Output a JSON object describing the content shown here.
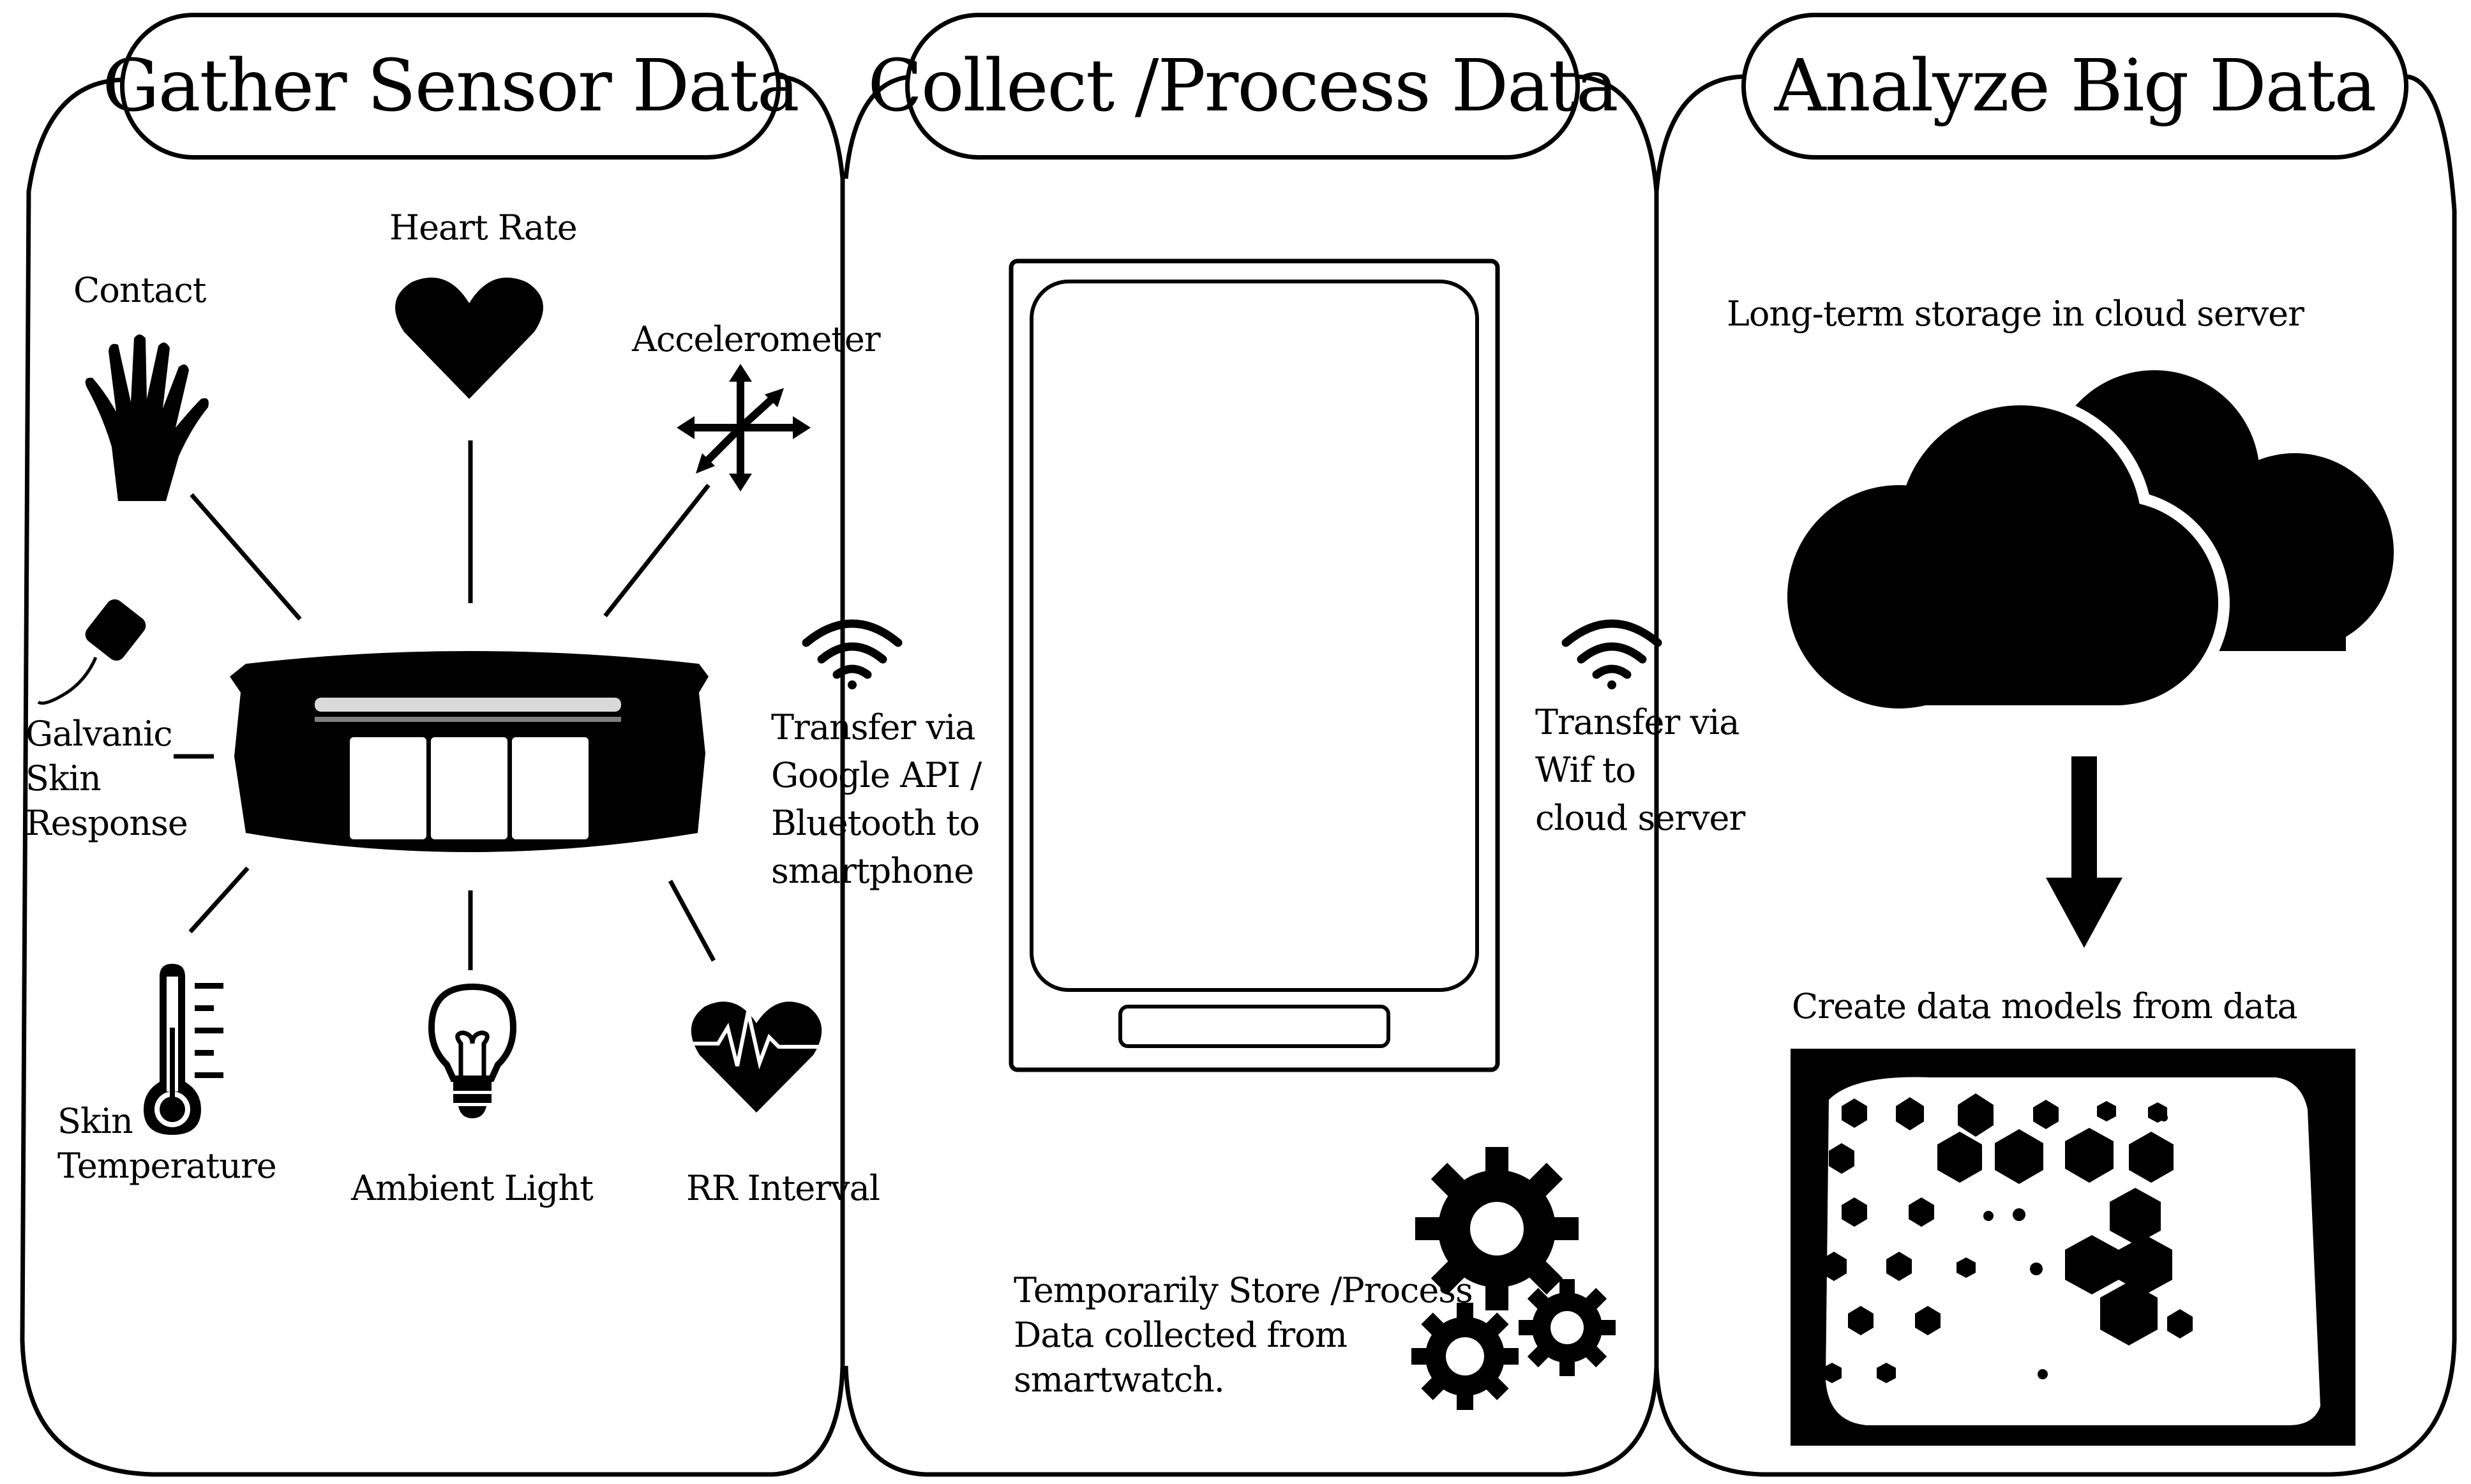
{
  "sections": {
    "gather": {
      "title": "Gather Sensor Data"
    },
    "collect": {
      "title": "Collect /Process Data"
    },
    "analyze": {
      "title": "Analyze Big Data"
    }
  },
  "sensors": {
    "contact": "Contact",
    "heart_rate": "Heart Rate",
    "accelerometer": "Accelerometer",
    "gsr": [
      "Galvanic",
      "Skin",
      "Response"
    ],
    "skin_temp": [
      "Skin",
      "Temperature"
    ],
    "ambient_light": "Ambient Light",
    "rr_interval": "RR Interval"
  },
  "transfer_phone": [
    "Transfer via",
    "Google API /",
    "Bluetooth to",
    "smartphone"
  ],
  "transfer_cloud": [
    "Transfer via",
    "Wif  to",
    "cloud server"
  ],
  "temp_store": [
    "Temporarily Store  /Process",
    "Data collected from",
    "smartwatch."
  ],
  "cloud_storage": "Long-term storage in cloud server",
  "data_models": "Create data models from data",
  "icons": {
    "hand": "hand-icon",
    "heart": "heart-icon",
    "accel": "arrows-icon",
    "gsr": "electrode-icon",
    "thermo": "thermometer-icon",
    "bulb": "light-bulb-icon",
    "ecg": "ecg-heart-icon",
    "wifi": "wifi-icon",
    "gears": "gears-icon",
    "cloud": "cloud-icon",
    "arrow": "arrow-down-icon",
    "phone": "smartphone-icon",
    "band": "smartwatch-icon",
    "hex": "hexagon-map-icon"
  }
}
